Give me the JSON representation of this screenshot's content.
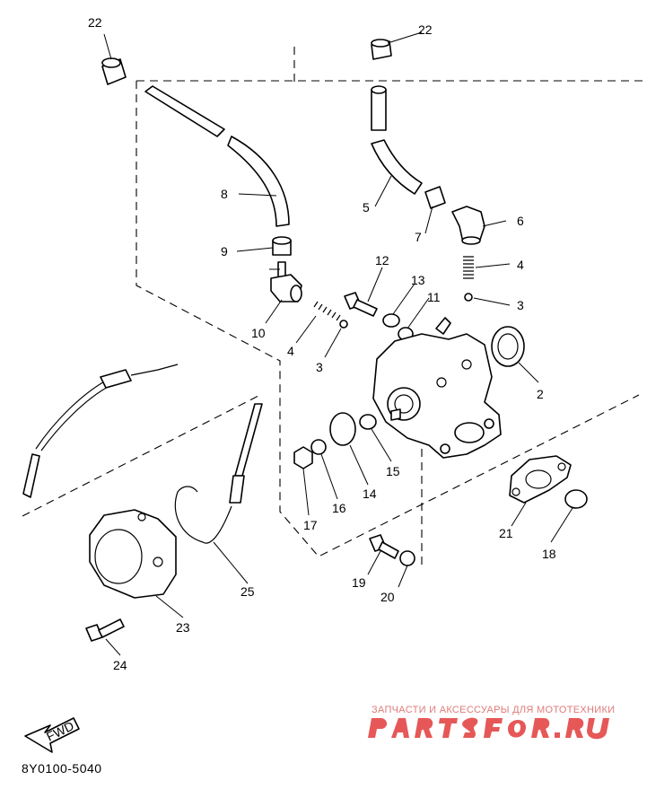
{
  "labels": {
    "l22a": "22",
    "l22b": "22",
    "l8": "8",
    "l5": "5",
    "l9": "9",
    "l7": "7",
    "l6": "6",
    "l12": "12",
    "l13": "13",
    "l11": "11",
    "l4a": "4",
    "l3a": "3",
    "l10": "10",
    "l4b": "4",
    "l3b": "3",
    "l2": "2",
    "l15": "15",
    "l14": "14",
    "l16": "16",
    "l17": "17",
    "l21": "21",
    "l18": "18",
    "l19": "19",
    "l20": "20",
    "l25": "25",
    "l23": "23",
    "l24": "24"
  },
  "fwd_label": "FWD",
  "code": "8Y0100-5040",
  "watermark": {
    "tagline": "ЗАПЧАСТИ И АКСЕССУАРЫ ДЛЯ МОТОТЕХНИКИ",
    "brand_color": "#e23b3b"
  }
}
